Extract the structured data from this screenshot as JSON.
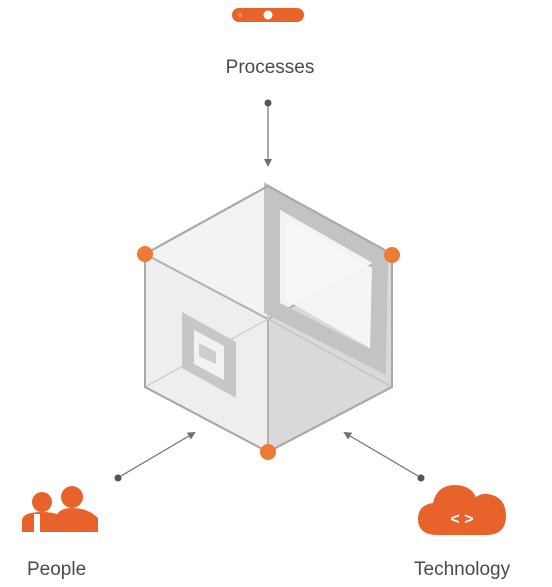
{
  "nodes": {
    "processes": {
      "label": "Processes",
      "icon": "process-flow-icon"
    },
    "people": {
      "label": "People",
      "icon": "people-icon"
    },
    "technology": {
      "label": "Technology",
      "icon": "cloud-code-icon"
    }
  },
  "center": {
    "icon": "cube-icon"
  },
  "colors": {
    "accent": "#e8632c",
    "node_dot": "#ee7a33",
    "text": "#4a4a4a",
    "arrow": "#707070",
    "cube_edge": "#b3b3b3"
  }
}
